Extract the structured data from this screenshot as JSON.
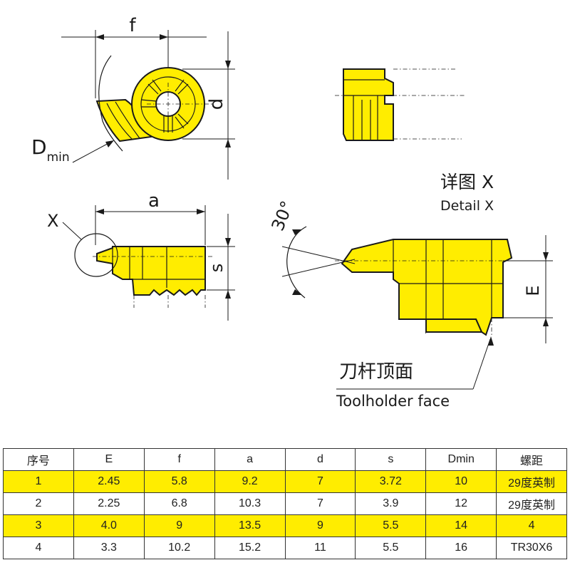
{
  "labels": {
    "f": "f",
    "d": "d",
    "dmin_main": "D",
    "dmin_sub": "min",
    "a": "a",
    "s": "s",
    "x": "X",
    "angle": "30°",
    "e": "E",
    "detail_cn": "详图 X",
    "detail_en": "Detail X",
    "face_cn": "刀杆顶面",
    "face_en": "Toolholder face"
  },
  "colors": {
    "insert_yellow": "#ffed00",
    "line": "#1a1a1a"
  },
  "table": {
    "headers": [
      "序号",
      "E",
      "f",
      "a",
      "d",
      "s",
      "Dmin",
      "螺距"
    ],
    "rows": [
      [
        "1",
        "2.45",
        "5.8",
        "9.2",
        "7",
        "3.72",
        "10",
        "29度英制"
      ],
      [
        "2",
        "2.25",
        "6.8",
        "10.3",
        "7",
        "3.9",
        "12",
        "29度英制"
      ],
      [
        "3",
        "4.0",
        "9",
        "13.5",
        "9",
        "5.5",
        "14",
        "4"
      ],
      [
        "4",
        "3.3",
        "10.2",
        "15.2",
        "11",
        "5.5",
        "16",
        "TR30X6"
      ]
    ]
  }
}
